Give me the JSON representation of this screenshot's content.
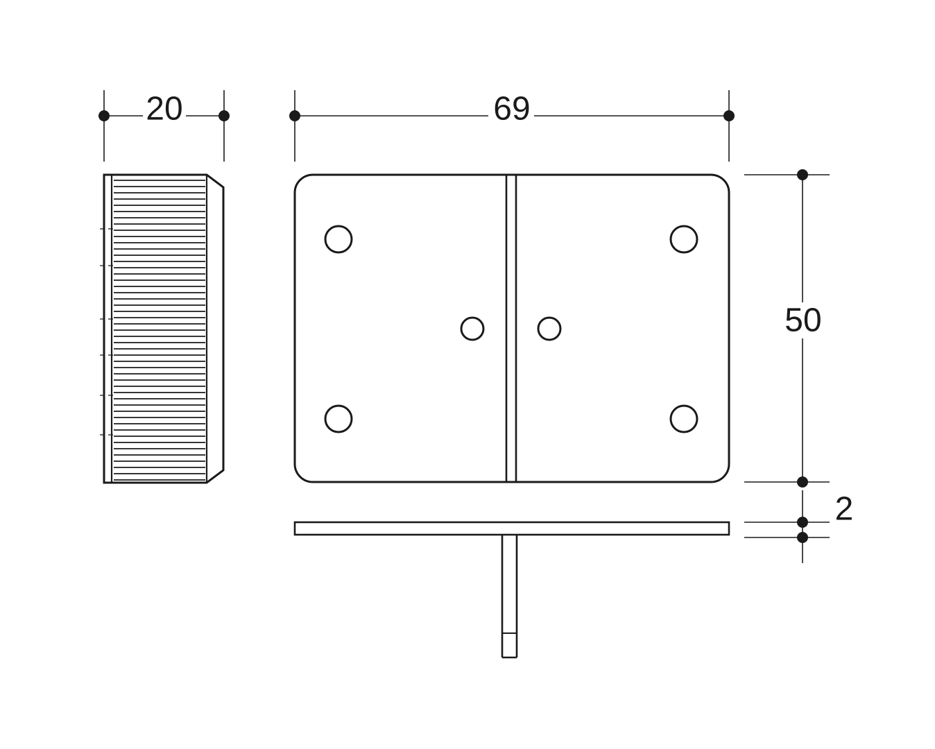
{
  "drawing": {
    "type": "technical-dimension-drawing",
    "dimension_labels": {
      "side_thickness": "20",
      "plate_width": "69",
      "plate_height": "50",
      "plate_thickness": "2"
    },
    "colors": {
      "line": "#1a1a1a",
      "background": "#ffffff"
    },
    "geometry_notes": {
      "front_view_holes_corner": 4,
      "front_view_holes_center": 2,
      "views": [
        "side-view",
        "front-view",
        "bottom-view"
      ]
    }
  }
}
